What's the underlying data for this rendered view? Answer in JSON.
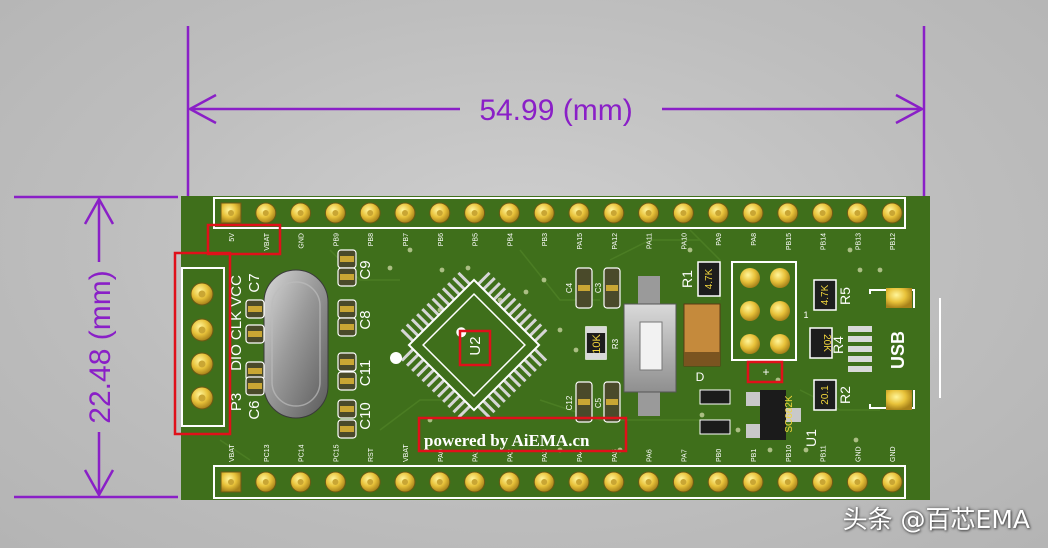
{
  "dimensions": {
    "width_label": "54.99 (mm)",
    "height_label": "22.48 (mm)",
    "color": "#8a1fc7"
  },
  "board": {
    "color": "#3f6f1b",
    "top_pins": [
      "5V",
      "VBAT",
      "GND",
      "PB9",
      "PB8",
      "PB7",
      "PB6",
      "PB5",
      "PB4",
      "PB3",
      "PA15",
      "PA12",
      "PA11",
      "PA10",
      "PA9",
      "PA8",
      "PB15",
      "PB14",
      "PB13",
      "PB12"
    ],
    "bottom_pins": [
      "VBAT",
      "PC13",
      "PC14",
      "PC15",
      "RST",
      "VBAT",
      "PA0",
      "PA1",
      "PA2",
      "PA3",
      "PA4",
      "PA5",
      "PA6",
      "PA7",
      "PB0",
      "PB1",
      "PB10",
      "PB11",
      "GND",
      "GND"
    ],
    "debug_header_labels": {
      "signals": "DIO CLK VCC",
      "ref": "P3"
    },
    "components": {
      "u2": "U2",
      "u1": "U1",
      "u1_part": "SC662K",
      "r1": "R1",
      "r1_value": "4.7K",
      "r2": "R2",
      "r2_value": "20.1",
      "r3": "R3",
      "r3_value": "10K",
      "r4": "R4",
      "r4_value": "20K",
      "r5": "R5",
      "r5_value": "4.7K",
      "c3": "C3",
      "c4": "C4",
      "c5": "C5",
      "c6": "C6",
      "c7": "C7",
      "c8": "C8",
      "c9": "C9",
      "c10": "C10",
      "c11": "C11",
      "c12": "C12",
      "d": "D",
      "usb": "USB",
      "plus": "+",
      "one": "1",
      "powered_by": "powered by AiEMA.cn"
    }
  },
  "highlight_color": "#e0101a",
  "watermark": "头条 @百芯EMA"
}
